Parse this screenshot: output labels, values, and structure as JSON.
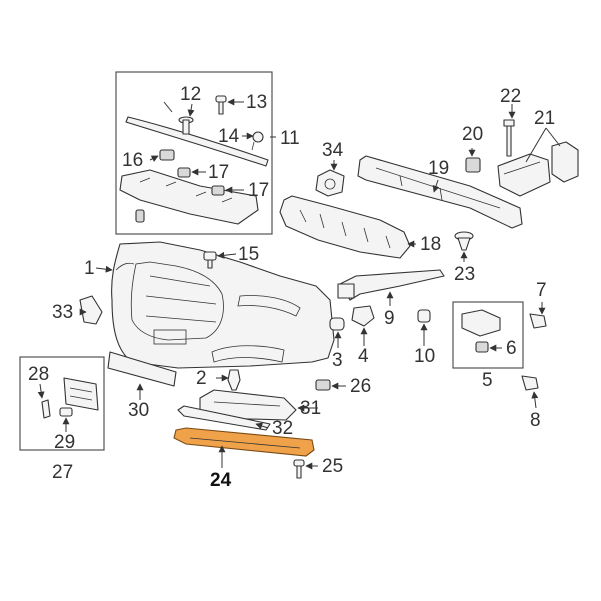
{
  "highlight_color": "#f0a24a",
  "callouts": {
    "c1": "1",
    "c2": "2",
    "c3": "3",
    "c4": "4",
    "c5": "5",
    "c6": "6",
    "c7": "7",
    "c8": "8",
    "c9": "9",
    "c10": "10",
    "c11": "11",
    "c12": "12",
    "c13": "13",
    "c14": "14",
    "c15": "15",
    "c16": "16",
    "c17a": "17",
    "c17b": "17",
    "c18": "18",
    "c19": "19",
    "c20": "20",
    "c21": "21",
    "c22": "22",
    "c23": "23",
    "c24": "24",
    "c25": "25",
    "c26": "26",
    "c27": "27",
    "c28": "28",
    "c29": "29",
    "c30": "30",
    "c31": "31",
    "c32": "32",
    "c33": "33",
    "c34": "34"
  }
}
